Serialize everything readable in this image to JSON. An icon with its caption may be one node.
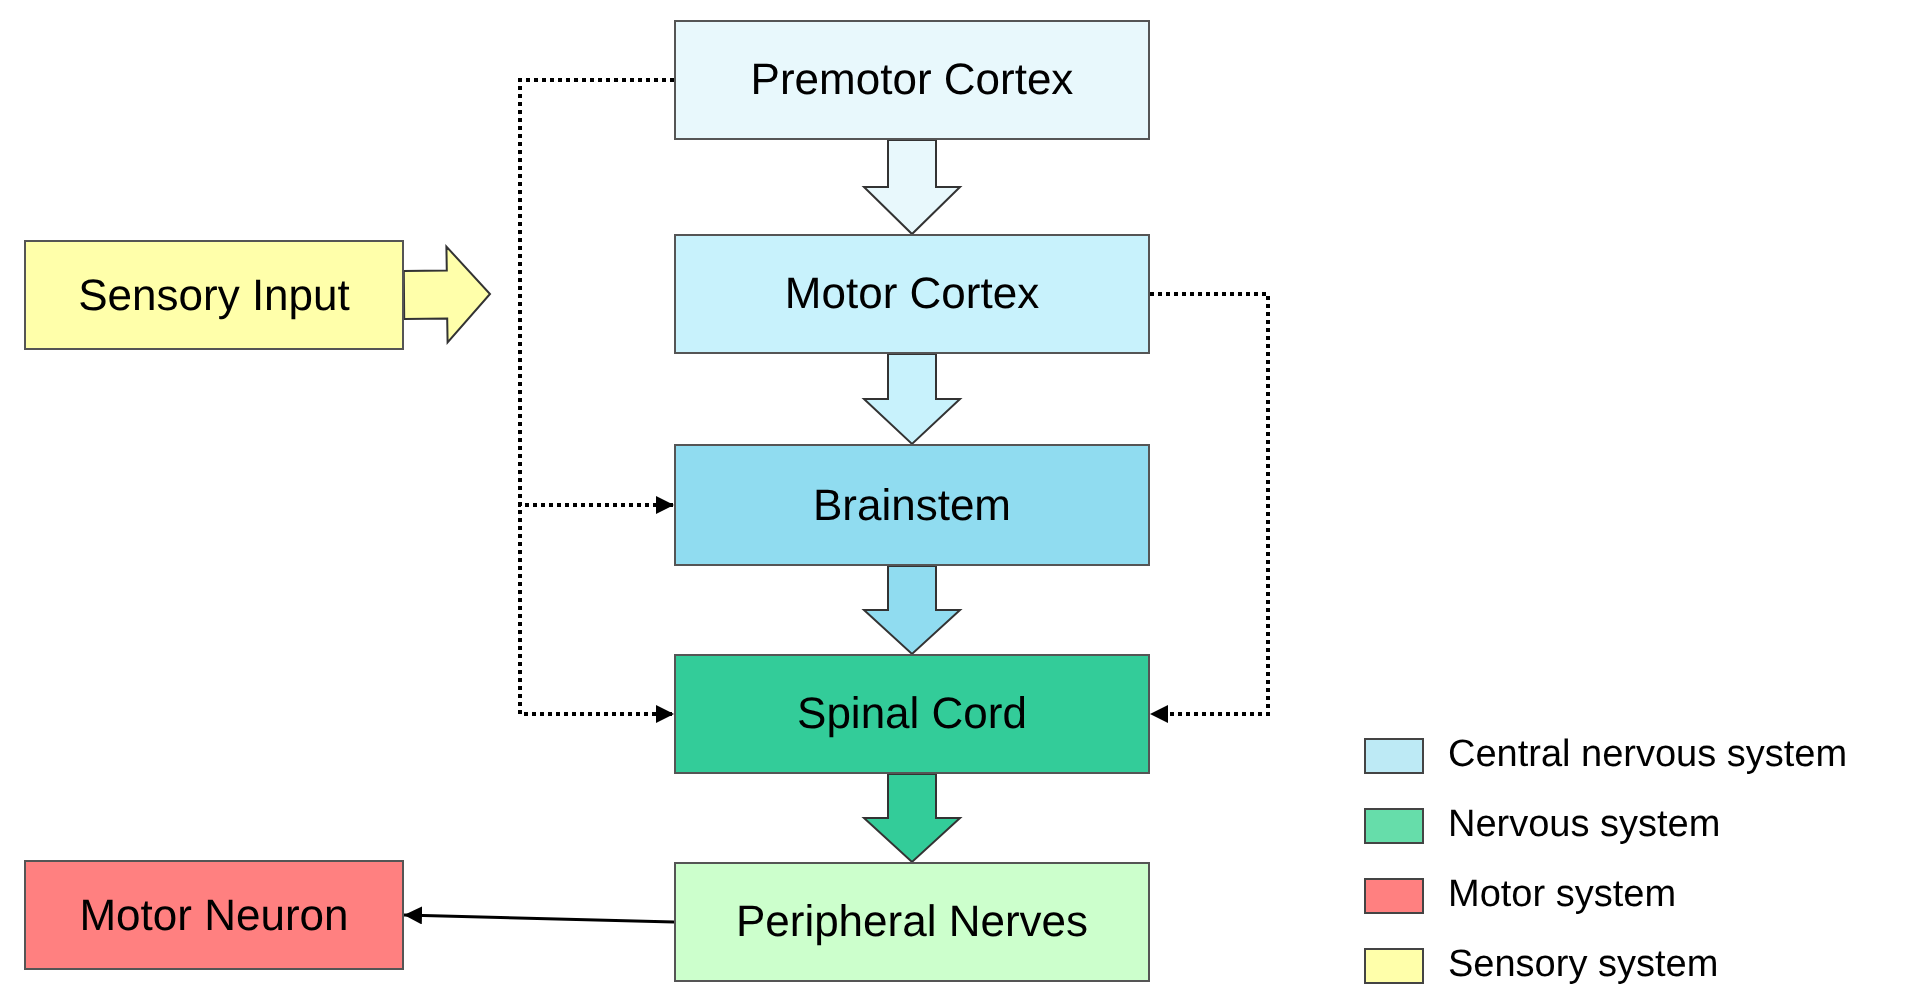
{
  "diagram": {
    "nodes": [
      {
        "text": [
          "Premotor Cortex"
        ]
      },
      {
        "text": [
          "Sensory Input"
        ]
      },
      {
        "text": [
          "Motor Cortex"
        ]
      },
      {
        "text": [
          "Brainstem"
        ]
      },
      {
        "text": [
          "Spinal Cord"
        ]
      },
      {
        "text": [
          "Motor Neuron"
        ]
      },
      {
        "text": [
          "Peripheral Nerves"
        ]
      }
    ],
    "edges": [
      {
        "from": 0,
        "to": 2,
        "arrow": "to",
        "style": "thick",
        "color": "#e8f8fc"
      },
      {
        "from": 1,
        "to": null,
        "arrow": "to",
        "style": "thick",
        "color": "#ffffaa"
      },
      {
        "from": 2,
        "to": 3,
        "arrow": "to",
        "style": "thick",
        "color": "#c8f2fc"
      },
      {
        "from": 3,
        "to": 4,
        "arrow": "to",
        "style": "thick",
        "color": "#90dcf0"
      },
      {
        "from": 4,
        "to": 6,
        "arrow": "to",
        "style": "thick",
        "color": "#33cc99"
      },
      {
        "from": 0,
        "to": 3,
        "arrow": "to",
        "style": "dashed"
      },
      {
        "from": 0,
        "to": 4,
        "arrow": "to",
        "style": "dashed"
      },
      {
        "from": 2,
        "to": 4,
        "arrow": "to",
        "style": "dashed"
      },
      {
        "from": 6,
        "to": 5,
        "arrow": "to"
      }
    ],
    "legend": [
      {
        "text": "Central nervous system",
        "color": "#bdeaf5"
      },
      {
        "text": "Nervous system",
        "color": "#66ddaa"
      },
      {
        "text": "Motor system",
        "color": "#ff8080"
      },
      {
        "text": "Sensory system",
        "color": "#ffffaa"
      }
    ]
  }
}
